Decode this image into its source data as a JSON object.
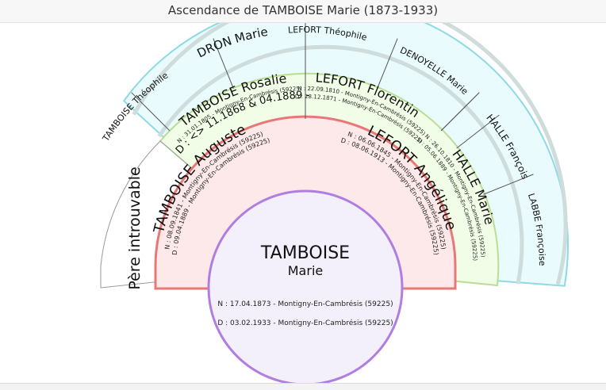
{
  "title": "Ascendance de TAMBOISE Marie (1873-1933)",
  "root": {
    "name_last": "TAMBOISE",
    "name_first": "Marie",
    "birth": "N : 17.04.1873 - Montigny-En-Cambrésis (59225)",
    "death": "D : 03.02.1933 - Montigny-En-Cambrésis (59225)"
  },
  "father_unknown": "Père introuvable",
  "gen2_mother": {
    "name": "TAMBOISE Auguste",
    "birth": "N : 08.09.1841 - Montigny-En-Cambrésis (59225)",
    "death": "D : 09.04.1889 - Montigny-En-Cambrésis (59225)"
  },
  "gen2_other": {
    "name": "LEFORT Angélique",
    "birth": "N : 06.06.1845 - Montigny-En-Cambrésis (59225)",
    "death": "D : 08.06.1913 - Montigny-En-Cambrésis (59225)"
  },
  "gen3": {
    "tamboise_rosalie": {
      "name": "TAMBOISE Rosalie",
      "birth": "N : 31.01.1805 - Montigny-En-Cambrésis (59225)",
      "death": "D : <> 11.1868 & 04.1889 -"
    },
    "lefort_florentin": {
      "name": "LEFORT Florentin",
      "birth": "N : 22.09.1810 - Montigny-En-Cambrésis (59225)",
      "death": "D : 28.12.1871 - Montigny-En-Cambrésis (59225)"
    },
    "halle_marie": {
      "name": "HALLE Marie",
      "birth": "N : 26.10.1810 - Montigny-En-Cambrésis (59225)",
      "death": "D : 05.06.1889 - Montigny-En-Cambrésis (59225)"
    }
  },
  "gen4": {
    "tamboise_theophile": "TAMBOISE Théophile",
    "dron_marie": "DRON Marie",
    "lefort_theophile": "LEFORT Théophile",
    "denoyelle_marie": "DENOYELLE Marie",
    "halle_francois": "HALLE François",
    "labbe_francoise": "LABBE Françoise"
  },
  "colors": {
    "root_fill": "#f4f0fb",
    "root_stroke": "#b07ee0",
    "gen2_fill": "#fde9e9",
    "gen2_stroke": "#e87878",
    "gen3_fill": "#f1fde6",
    "gen3_stroke": "#b9de94",
    "gen4_fill": "#e9fbfd",
    "gen4_stroke": "#8ed9e6",
    "grey_ring": "#cfdcdc"
  }
}
